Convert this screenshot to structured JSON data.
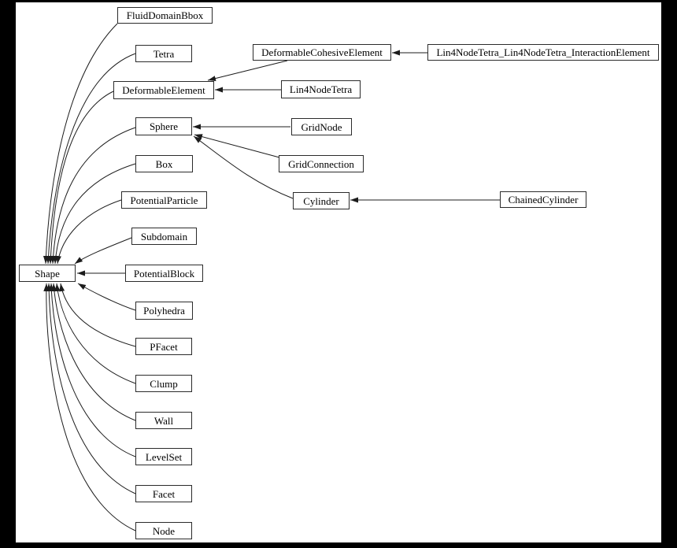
{
  "diagram_type": "class-inheritance-graph",
  "colors": {
    "page_bg": "#000000",
    "canvas_bg": "#ffffff",
    "box_border": "#2b2b2b",
    "edge": "#1c1c1c",
    "text": "#000000"
  },
  "nodes": [
    {
      "label": "Shape"
    },
    {
      "label": "FluidDomainBbox"
    },
    {
      "label": "Tetra"
    },
    {
      "label": "DeformableElement"
    },
    {
      "label": "Sphere"
    },
    {
      "label": "Box"
    },
    {
      "label": "PotentialParticle"
    },
    {
      "label": "Subdomain"
    },
    {
      "label": "PotentialBlock"
    },
    {
      "label": "Polyhedra"
    },
    {
      "label": "PFacet"
    },
    {
      "label": "Clump"
    },
    {
      "label": "Wall"
    },
    {
      "label": "LevelSet"
    },
    {
      "label": "Facet"
    },
    {
      "label": "Node"
    },
    {
      "label": "DeformableCohesiveElement"
    },
    {
      "label": "Lin4NodeTetra"
    },
    {
      "label": "GridNode"
    },
    {
      "label": "GridConnection"
    },
    {
      "label": "Cylinder"
    },
    {
      "label": "Lin4NodeTetra_Lin4NodeTetra_InteractionElement"
    },
    {
      "label": "ChainedCylinder"
    }
  ],
  "edges": [
    {
      "child": "FluidDomainBbox",
      "parent": "Shape"
    },
    {
      "child": "Tetra",
      "parent": "Shape"
    },
    {
      "child": "DeformableElement",
      "parent": "Shape"
    },
    {
      "child": "Sphere",
      "parent": "Shape"
    },
    {
      "child": "Box",
      "parent": "Shape"
    },
    {
      "child": "PotentialParticle",
      "parent": "Shape"
    },
    {
      "child": "Subdomain",
      "parent": "Shape"
    },
    {
      "child": "PotentialBlock",
      "parent": "Shape"
    },
    {
      "child": "Polyhedra",
      "parent": "Shape"
    },
    {
      "child": "PFacet",
      "parent": "Shape"
    },
    {
      "child": "Clump",
      "parent": "Shape"
    },
    {
      "child": "Wall",
      "parent": "Shape"
    },
    {
      "child": "LevelSet",
      "parent": "Shape"
    },
    {
      "child": "Facet",
      "parent": "Shape"
    },
    {
      "child": "Node",
      "parent": "Shape"
    },
    {
      "child": "DeformableCohesiveElement",
      "parent": "DeformableElement"
    },
    {
      "child": "Lin4NodeTetra",
      "parent": "DeformableElement"
    },
    {
      "child": "Lin4NodeTetra_Lin4NodeTetra_InteractionElement",
      "parent": "DeformableCohesiveElement"
    },
    {
      "child": "GridNode",
      "parent": "Sphere"
    },
    {
      "child": "GridConnection",
      "parent": "Sphere"
    },
    {
      "child": "Cylinder",
      "parent": "Sphere"
    },
    {
      "child": "ChainedCylinder",
      "parent": "Cylinder"
    }
  ]
}
